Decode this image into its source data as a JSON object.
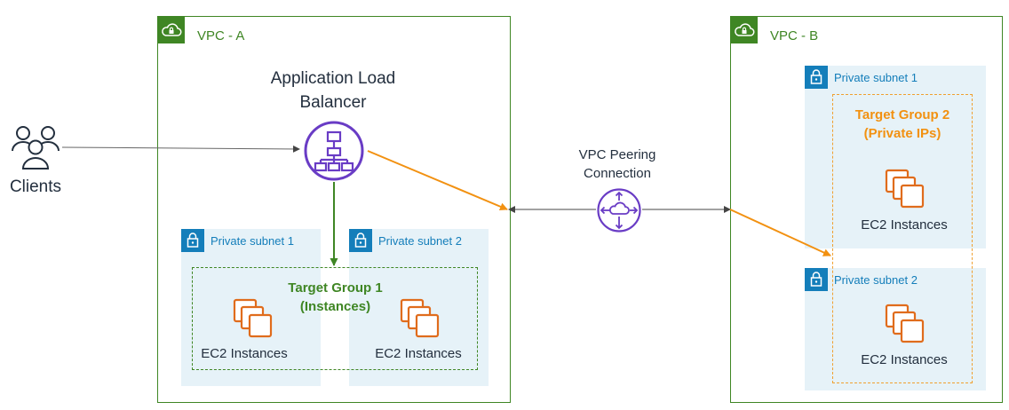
{
  "clients": {
    "label": "Clients",
    "icon": "users-icon"
  },
  "vpc_a": {
    "label": "VPC - A",
    "alb": {
      "label_line1": "Application Load",
      "label_line2": "Balancer",
      "icon": "load-balancer-icon"
    },
    "subnet1": {
      "label": "Private subnet 1"
    },
    "subnet2": {
      "label": "Private subnet 2"
    },
    "target_group": {
      "line1": "Target Group 1",
      "line2": "(Instances)"
    },
    "ec2_left": {
      "label": "EC2 Instances"
    },
    "ec2_right": {
      "label": "EC2 Instances"
    }
  },
  "peering": {
    "line1": "VPC Peering",
    "line2": "Connection",
    "icon": "vpc-peering-icon"
  },
  "vpc_b": {
    "label": "VPC - B",
    "subnet1": {
      "label": "Private subnet 1"
    },
    "subnet2": {
      "label": "Private subnet 2"
    },
    "target_group": {
      "line1": "Target Group 2",
      "line2": "(Private IPs)"
    },
    "ec2_top": {
      "label": "EC2 Instances"
    },
    "ec2_bottom": {
      "label": "EC2 Instances"
    }
  },
  "colors": {
    "vpc_green": "#3f8624",
    "subnet_blue": "#147eba",
    "subnet_fill": "#e6f2f8",
    "ec2_orange": "#e06c1c",
    "alb_purple": "#693cc5",
    "arrow_orange": "#f29111",
    "text_dark": "#232f3e"
  }
}
